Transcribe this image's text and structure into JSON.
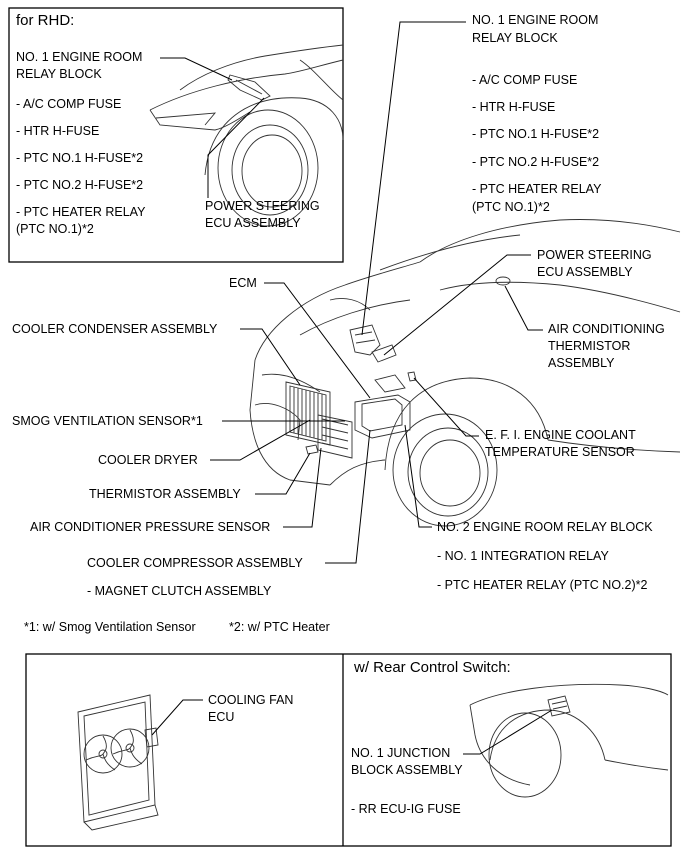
{
  "rhd_inset": {
    "heading": "for RHD:",
    "relay_block": [
      "NO. 1 ENGINE ROOM",
      "RELAY BLOCK"
    ],
    "items": [
      "- A/C COMP FUSE",
      "- HTR H-FUSE",
      "- PTC NO.1 H-FUSE*2",
      "- PTC NO.2 H-FUSE*2",
      "- PTC HEATER RELAY",
      "(PTC NO.1)*2"
    ],
    "power_steering": [
      "POWER STEERING",
      "ECU ASSEMBLY"
    ]
  },
  "main": {
    "relay_block_1": [
      "NO. 1 ENGINE ROOM",
      "RELAY BLOCK"
    ],
    "relay_block_1_items": [
      "- A/C COMP FUSE",
      "- HTR H-FUSE",
      "- PTC NO.1 H-FUSE*2",
      "- PTC NO.2 H-FUSE*2",
      "- PTC HEATER RELAY",
      "(PTC NO.1)*2"
    ],
    "power_steering": [
      "POWER STEERING",
      "ECU ASSEMBLY"
    ],
    "ecm": "ECM",
    "air_conditioning_thermistor": [
      "AIR CONDITIONING",
      "THERMISTOR",
      "ASSEMBLY"
    ],
    "cooler_condenser": "COOLER CONDENSER ASSEMBLY",
    "smog_sensor": "SMOG VENTILATION SENSOR*1",
    "coolant_temp_sensor": [
      "E. F. I. ENGINE COOLANT",
      "TEMPERATURE SENSOR"
    ],
    "cooler_dryer": "COOLER DRYER",
    "thermistor": "THERMISTOR ASSEMBLY",
    "pressure_sensor": "AIR CONDITIONER PRESSURE SENSOR",
    "relay_block_2": "NO. 2 ENGINE ROOM RELAY BLOCK",
    "relay_block_2_items": [
      "- NO. 1 INTEGRATION RELAY",
      "- PTC HEATER RELAY (PTC NO.2)*2"
    ],
    "compressor": "COOLER COMPRESSOR ASSEMBLY",
    "compressor_items": [
      "- MAGNET CLUTCH ASSEMBLY"
    ]
  },
  "footnotes": [
    "*1: w/ Smog Ventilation Sensor",
    "*2: w/ PTC Heater"
  ],
  "bottom_left": {
    "cooling_fan": [
      "COOLING FAN",
      "ECU"
    ]
  },
  "bottom_right": {
    "heading": "w/ Rear Control Switch:",
    "junction_block": [
      "NO. 1 JUNCTION",
      "BLOCK ASSEMBLY"
    ],
    "items": [
      "- RR ECU-IG FUSE"
    ]
  }
}
